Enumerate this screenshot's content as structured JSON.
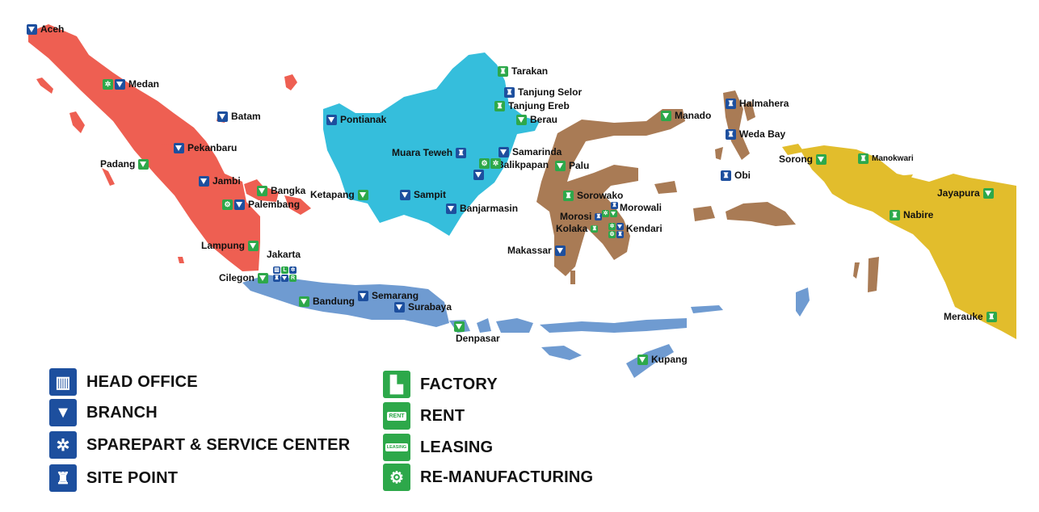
{
  "colors": {
    "sumatra": "#ee5f52",
    "kalimantan": "#35bedc",
    "sulawesi_maluku": "#a97b55",
    "papua": "#e2bd2c",
    "java_nusa_tenggara": "#6f9bd1",
    "blue_icon": "#1d4f9e",
    "green_icon": "#2da84a"
  },
  "locations": {
    "aceh": "Aceh",
    "medan": "Medan",
    "batam": "Batam",
    "pekanbaru": "Pekanbaru",
    "padang": "Padang",
    "jambi": "Jambi",
    "bangka": "Bangka",
    "palembang": "Palembang",
    "lampung": "Lampung",
    "jakarta": "Jakarta",
    "cilegon": "Cilegon",
    "bandung": "Bandung",
    "semarang": "Semarang",
    "surabaya": "Surabaya",
    "denpasar": "Denpasar",
    "kupang": "Kupang",
    "pontianak": "Pontianak",
    "ketapang": "Ketapang",
    "sampit": "Sampit",
    "banjarmasin": "Banjarmasin",
    "muara_teweh": "Muara Teweh",
    "samarinda": "Samarinda",
    "balikpapan": "Balikpapan",
    "tarakan": "Tarakan",
    "tanjung_selor": "Tanjung Selor",
    "tanjung_ereb": "Tanjung Ereb",
    "berau": "Berau",
    "palu": "Palu",
    "sorowako": "Sorowako",
    "morowali": "Morowali",
    "morosi": "Morosi",
    "kolaka": "Kolaka",
    "kendari": "Kendari",
    "makassar": "Makassar",
    "manado": "Manado",
    "halmahera": "Halmahera",
    "weda_bay": "Weda Bay",
    "obi": "Obi",
    "sorong": "Sorong",
    "manokwari": "Manokwari",
    "jayapura": "Jayapura",
    "nabire": "Nabire",
    "merauke": "Merauke"
  },
  "legend": {
    "head_office": "HEAD OFFICE",
    "branch": "BRANCH",
    "sparepart": "SPAREPART & SERVICE CENTER",
    "site_point": "SITE POINT",
    "factory": "FACTORY",
    "rent": "RENT",
    "rent_icon_text": "RENT",
    "leasing": "LEASING",
    "leasing_icon_text": "LEASING",
    "remanufacturing": "RE-MANUFACTURING"
  }
}
